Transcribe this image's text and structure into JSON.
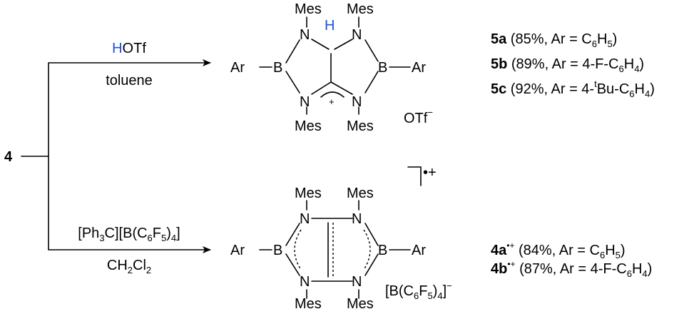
{
  "start_compound": "4",
  "reaction_top": {
    "reagent_prefix": "H",
    "reagent_suffix": "OTf",
    "solvent": "toluene"
  },
  "reaction_bottom": {
    "reagent_parts": [
      "[Ph",
      "3",
      "C][B(C",
      "6",
      "F",
      "5",
      ")",
      "4",
      "]"
    ],
    "solvent_parts": [
      "CH",
      "2",
      "Cl",
      "2"
    ]
  },
  "structure_top": {
    "mes": "Mes",
    "n": "N",
    "b": "B",
    "ar": "Ar",
    "h": "H",
    "plus": "+",
    "anion_main": "OTf",
    "anion_charge": "−"
  },
  "structure_bottom": {
    "mes": "Mes",
    "n": "N",
    "b": "B",
    "ar": "Ar",
    "charge": "•+",
    "anion_parts": [
      "[B(C",
      "6",
      "F",
      "5",
      ")",
      "4",
      "]",
      "−"
    ]
  },
  "products_top": [
    {
      "label": "5a",
      "text": " (85%, Ar = C",
      "sub": "6",
      "tail": "H",
      "sub2": "5",
      "end": ")"
    },
    {
      "label": "5b",
      "text": " (89%, Ar = 4-F-C",
      "sub": "6",
      "tail": "H",
      "sub2": "4",
      "end": ")"
    },
    {
      "label": "5c",
      "text": " (92%, Ar = 4-",
      "sup": "t",
      "mid": "Bu-C",
      "sub": "6",
      "tail": "H",
      "sub2": "4",
      "end": ")"
    }
  ],
  "products_bottom": [
    {
      "label": "4a",
      "sup": "•+",
      "text": " (84%, Ar = C",
      "sub": "6",
      "tail": "H",
      "sub2": "5",
      "end": ")"
    },
    {
      "label": "4b",
      "sup": "•+",
      "text": " (87%, Ar = 4-F-C",
      "sub": "6",
      "tail": "H",
      "sub2": "4",
      "end": ")"
    }
  ],
  "colors": {
    "highlight": "#1f4fe0",
    "ink": "#000000"
  }
}
